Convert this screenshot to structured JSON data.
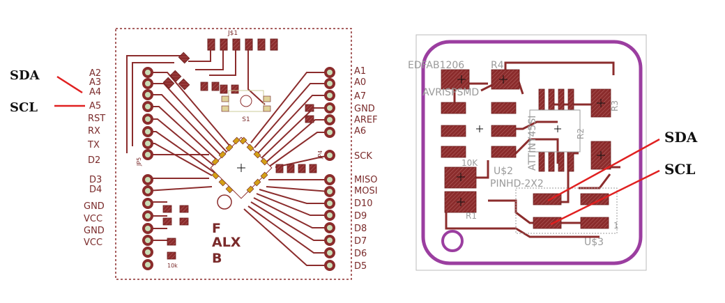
{
  "left_board": {
    "callouts": {
      "sda": "SDA",
      "scl": "SCL"
    },
    "left_pins": [
      "A2",
      "A3",
      "A4",
      "A5",
      "RST",
      "RX",
      "TX",
      "D2",
      "D3",
      "D4",
      "GND",
      "VCC",
      "GND",
      "VCC"
    ],
    "right_pins": [
      "A1",
      "A0",
      "A7",
      "GND",
      "AREF",
      "A6",
      "SCK",
      "MISO",
      "MOSI",
      "D10",
      "D9",
      "D8",
      "D7",
      "D6",
      "D5"
    ],
    "logo_lines": [
      "F",
      "ALX",
      "B"
    ],
    "silk_labels": {
      "switch": "S1",
      "jp_left": "JP5",
      "jp_right": "JP4",
      "top_connector": "J$1",
      "res_lower": "10k"
    }
  },
  "right_board": {
    "callouts": {
      "sda": "SDA",
      "scl": "SCL"
    },
    "silk_labels": {
      "edfab": "EDFAB1206",
      "r4": "R4",
      "avr": "AVRISPSMD",
      "r3": "R3",
      "ten_k": "10K",
      "u2": "U$2",
      "pinhd": "PINHD-2X2",
      "attiny": "ATTINY45SI",
      "r1": "R1",
      "one": "1",
      "u3": "U$3",
      "r2": "R2"
    },
    "colors": {
      "board_outline": "#9b3ea0",
      "pad": "#8b2c2c",
      "trace": "#8b2c2c",
      "hole": "#9b3ea0"
    }
  },
  "colors": {
    "silk": "#7a2a2a",
    "pad": "#8b2c2c",
    "via_green": "#c9ddb6",
    "callout_line": "#e02020"
  }
}
